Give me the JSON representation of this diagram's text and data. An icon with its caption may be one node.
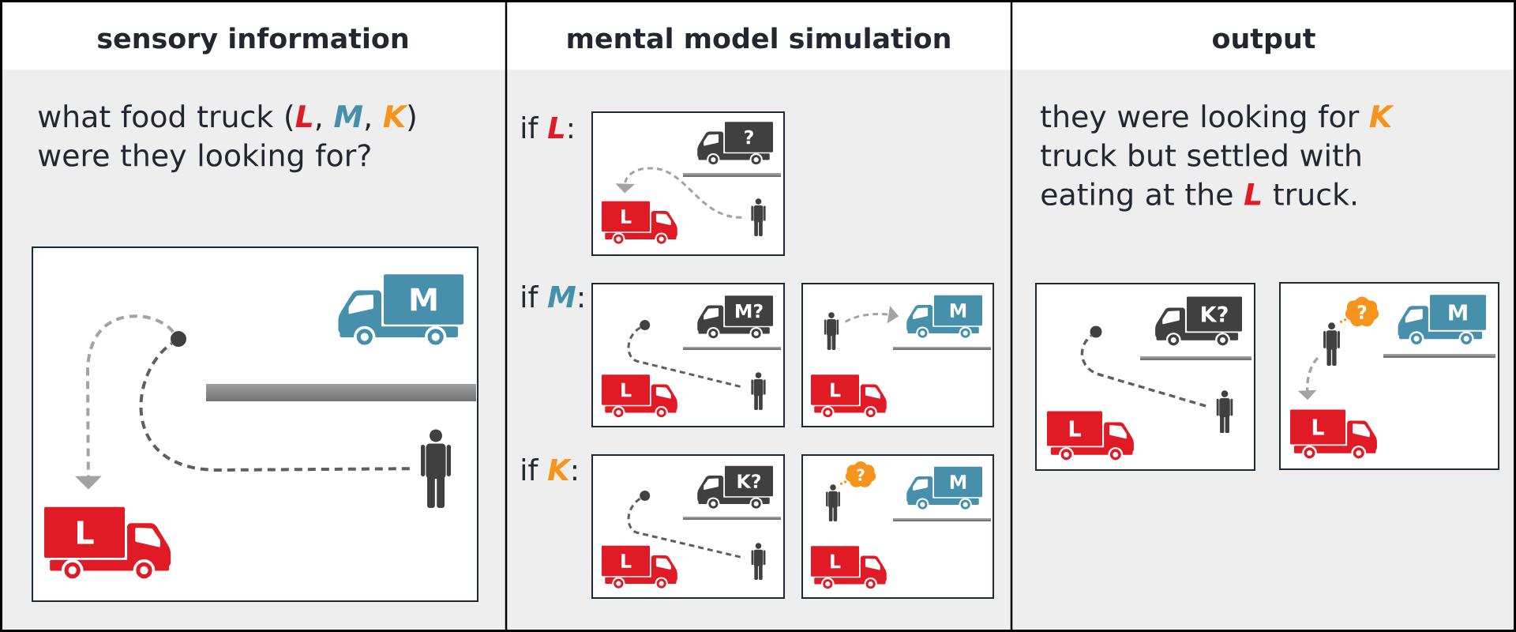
{
  "diagram": {
    "nodes": [
      {
        "text": [
          "sensory information",
          "what food truck (**L**, **M**, **K**) were they looking for?"
        ]
      },
      {
        "text": [],
        "shape": "box",
        "in": 0
      },
      {
        "text": [
          "M"
        ],
        "in": 1
      },
      {
        "text": [],
        "shape": "circle",
        "in": 1
      },
      {
        "text": [],
        "shape": "person",
        "in": 1
      },
      {
        "text": [
          "L"
        ],
        "in": 1
      },
      {
        "text": [
          "mental model simulation"
        ]
      },
      {
        "text": [],
        "shape": "box",
        "in": 6
      },
      {
        "text": [
          "?"
        ],
        "in": 7
      },
      {
        "text": [],
        "shape": "person",
        "in": 7
      },
      {
        "text": [
          "L"
        ],
        "in": 7
      },
      {
        "text": [],
        "shape": "box",
        "in": 6
      },
      {
        "text": [
          "M?"
        ],
        "in": 11
      },
      {
        "text": [],
        "shape": "circle",
        "in": 11
      },
      {
        "text": [],
        "shape": "person",
        "in": 11
      },
      {
        "text": [
          "L"
        ],
        "in": 11
      },
      {
        "text": [],
        "shape": "box",
        "in": 6
      },
      {
        "text": [],
        "shape": "person",
        "in": 16
      },
      {
        "text": [
          "M"
        ],
        "in": 16
      },
      {
        "text": [
          "L"
        ],
        "in": 16
      },
      {
        "text": [],
        "shape": "box",
        "in": 6
      },
      {
        "text": [
          "K?"
        ],
        "in": 20
      },
      {
        "text": [],
        "shape": "circle",
        "in": 20
      },
      {
        "text": [],
        "shape": "person",
        "in": 20
      },
      {
        "text": [
          "L"
        ],
        "in": 20
      },
      {
        "text": [],
        "shape": "box",
        "in": 6
      },
      {
        "text": [
          "?"
        ],
        "in": 25
      },
      {
        "text": [],
        "shape": "person",
        "in": 25
      },
      {
        "text": [
          "M"
        ],
        "in": 25
      },
      {
        "text": [
          "L"
        ],
        "in": 25
      },
      {
        "text": [
          "output",
          "they were looking for **K** truck but settled with eating at the **L** truck."
        ]
      },
      {
        "text": [],
        "shape": "box",
        "in": 30
      },
      {
        "text": [
          "K?"
        ],
        "in": 31
      },
      {
        "text": [],
        "shape": "circle",
        "in": 31
      },
      {
        "text": [],
        "shape": "person",
        "in": 31
      },
      {
        "text": [
          "L"
        ],
        "in": 31
      },
      {
        "text": [],
        "shape": "box",
        "in": 30
      },
      {
        "text": [
          "?"
        ],
        "in": 36
      },
      {
        "text": [],
        "shape": "person",
        "in": 36
      },
      {
        "text": [
          "M"
        ],
        "in": 36
      },
      {
        "text": [
          "L"
        ],
        "in": 36
      }
    ],
    "edges": [
      {
        "from": 4,
        "to": 3,
        "arrow": "none",
        "style": "dashed"
      },
      {
        "from": 3,
        "to": 5,
        "arrow": "to",
        "style": "dashed",
        "color": "#a3a3a3"
      },
      {
        "from": 9,
        "to": 10,
        "arrow": "to",
        "style": "dashed",
        "color": "#a3a3a3"
      },
      {
        "from": 14,
        "to": 13,
        "arrow": "none",
        "style": "dashed"
      },
      {
        "from": 17,
        "to": 18,
        "arrow": "to",
        "style": "dashed",
        "color": "#a3a3a3"
      },
      {
        "from": 23,
        "to": 22,
        "arrow": "none",
        "style": "dashed"
      },
      {
        "from": 27,
        "to": 26,
        "arrow": "none",
        "style": "dashed",
        "color": "#f7941d"
      },
      {
        "from": 34,
        "to": 33,
        "arrow": "none",
        "style": "dashed"
      },
      {
        "from": 38,
        "to": 37,
        "arrow": "none",
        "style": "dashed",
        "color": "#f7941d"
      },
      {
        "from": 38,
        "to": 40,
        "arrow": "to",
        "style": "dashed",
        "color": "#a3a3a3"
      }
    ],
    "labels": [
      "if **L**:",
      "if **M**:",
      "if **K**:"
    ]
  }
}
